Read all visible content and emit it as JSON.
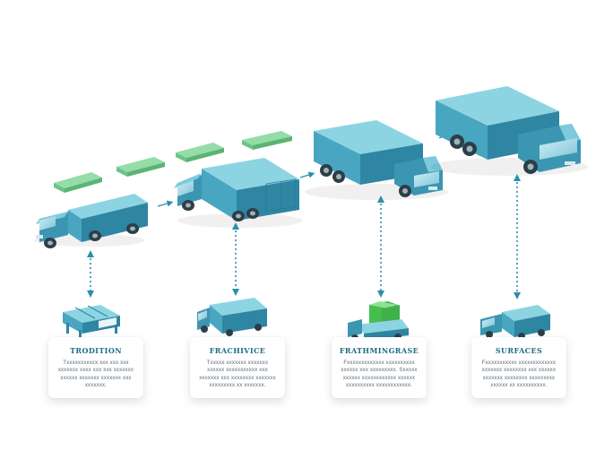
{
  "stages": [
    {
      "id": "tradition",
      "title": "TRODITION",
      "text": "Txxxxxxxxxxx xxx xxx xxx xxxxxxx xxxx xxx xxx xxxxxxx xxxxxx xxxxxxx xxxxxxx xxx xxxxxxx."
    },
    {
      "id": "transition",
      "title": "FRACHIVICE",
      "text": "Txxxxx xxxxxxx xxxxxxx xxxxxx xxxxxxxxxxx xxx xxxxxxx xxx xxxxxxxx xxxxxxx xxxxxxxxx xx xxxxxxx."
    },
    {
      "id": "warehouse",
      "title": "FRATHMINGRASE",
      "text": "Fxxxxxxxxxxxxx xxxxxxxxxx xxxxxx xxx xxxxxxxxx. Sxxxxx xxxxxx xxxxxxxxxxxx xxxxxx xxxxxxxxxx xxxxxxxxxxxx."
    },
    {
      "id": "surfaces",
      "title": "SURFACES",
      "text": "Fxxxxxxxxxxx xxxxxxxxxxxxx xxxxxxx xxxxxxxx xxx xxxxxx xxxxxxx xxxxxxxx xxxxxxxxx xxxxxx xx xxxxxxxxxx."
    }
  ],
  "colors": {
    "truck_side": "#49a6c0",
    "truck_top": "#8dd4e3",
    "truck_front": "#2e86a3",
    "cab": "#3b96b2",
    "wheel": "#2c3e48",
    "pad_green": "#95dca8",
    "cargo_green": "#45bd4f",
    "connector": "#2b8fac",
    "card_title": "#1d6d86"
  }
}
